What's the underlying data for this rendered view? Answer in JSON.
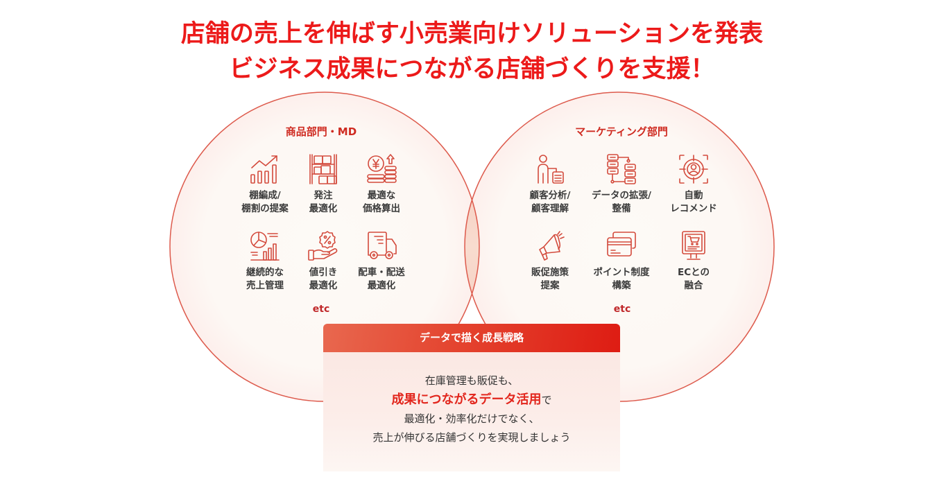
{
  "headline": {
    "line1": "店舗の売上を伸ばす小売業向けソリューションを発表",
    "line2": "ビジネス成果につながる店舗づくりを支援！"
  },
  "merchandising": {
    "title": "商品部門・MD",
    "items": [
      {
        "icon": "growth-chart-icon",
        "line1": "棚編成/",
        "line2": "棚割の提案"
      },
      {
        "icon": "shelf-boxes-icon",
        "line1": "発注",
        "line2": "最適化"
      },
      {
        "icon": "yen-coins-icon",
        "line1": "最適な",
        "line2": "価格算出"
      },
      {
        "icon": "sales-analytics-icon",
        "line1": "継続的な",
        "line2": "売上管理"
      },
      {
        "icon": "discount-hand-icon",
        "line1": "値引き",
        "line2": "最適化"
      },
      {
        "icon": "delivery-truck-icon",
        "line1": "配車・配送",
        "line2": "最適化"
      }
    ],
    "etc": "etc"
  },
  "marketing": {
    "title": "マーケティング部門",
    "items": [
      {
        "icon": "customer-document-icon",
        "line1": "顧客分析/",
        "line2": "顧客理解"
      },
      {
        "icon": "database-servers-icon",
        "line1": "データの拡張/",
        "line2": "整備"
      },
      {
        "icon": "target-user-icon",
        "line1": "自動",
        "line2": "レコメンド"
      },
      {
        "icon": "megaphone-icon",
        "line1": "販促施策",
        "line2": "提案"
      },
      {
        "icon": "credit-cards-icon",
        "line1": "ポイント制度",
        "line2": "構築"
      },
      {
        "icon": "monitor-cart-icon",
        "line1": "ECとの",
        "line2": "融合"
      }
    ],
    "etc": "etc"
  },
  "strategy": {
    "header": "データで描く成長戦略",
    "line1": "在庫管理も販促も、",
    "line2_highlight": "成果につながるデータ活用",
    "line2_suffix": "で",
    "line3": "最適化・効率化だけでなく、",
    "line4": "売上が伸びる店舗づくりを実現しましょう"
  },
  "colors": {
    "headline": "#ec1a1a",
    "section-title": "#cf2b21",
    "icon-stroke": "#d34a3c",
    "label": "#3b3b3b",
    "etc": "#c0282a",
    "highlight": "#e2261d",
    "body-text": "#333333"
  }
}
